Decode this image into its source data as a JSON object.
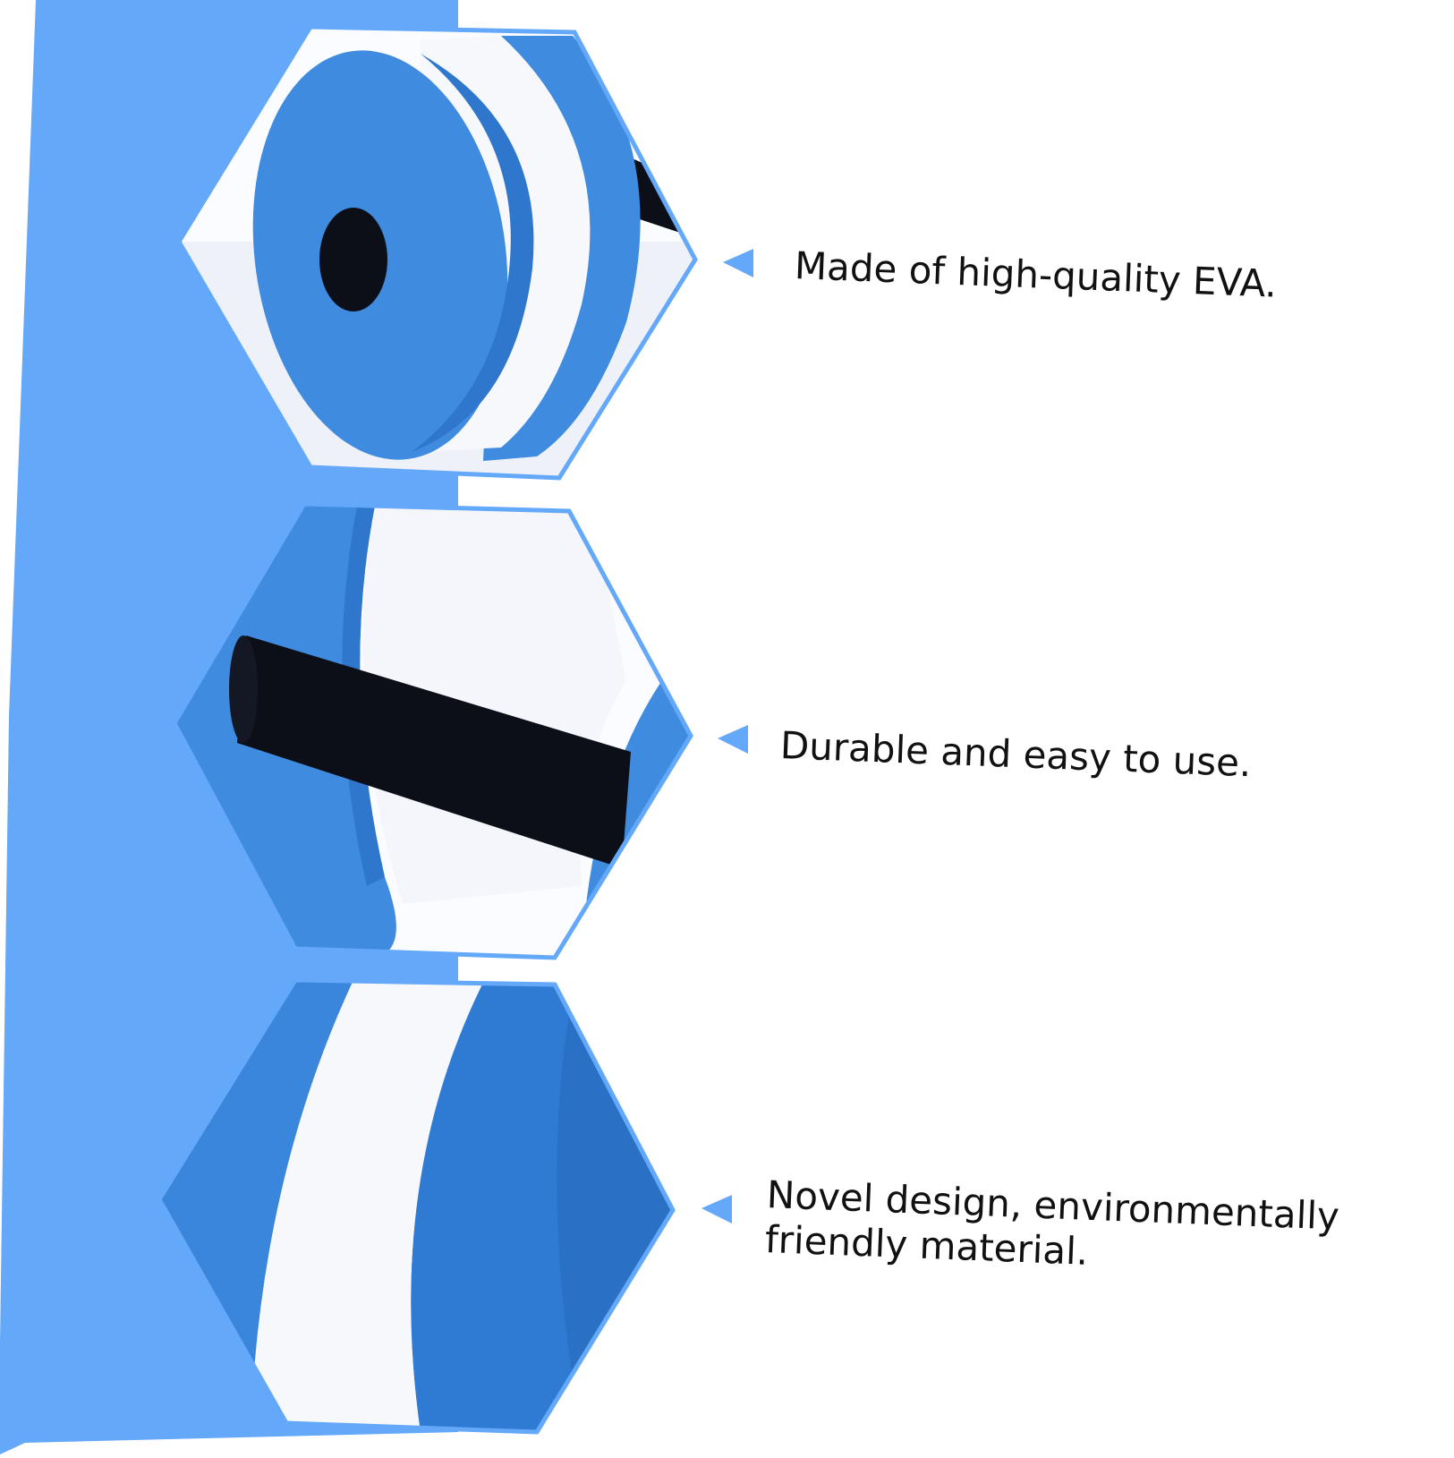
{
  "colors": {
    "accent_blue": "#64a8fa",
    "foam_blue": "#3f8be0",
    "foam_blue_dark": "#2f77cc",
    "foam_white": "#f7f8fc",
    "handle_black": "#0c0f17",
    "text": "#111111"
  },
  "features": [
    {
      "lines": [
        "Made of high-quality EVA."
      ],
      "pointer_icon": "triangle-pointer-icon",
      "photo": "foam-disc-front-view"
    },
    {
      "lines": [
        "Durable and easy to use."
      ],
      "pointer_icon": "triangle-pointer-icon",
      "photo": "foam-dumbbell-handle-view"
    },
    {
      "lines": [
        "Novel design, environmentally",
        "friendly material."
      ],
      "pointer_icon": "triangle-pointer-icon",
      "photo": "foam-disc-side-view"
    }
  ]
}
